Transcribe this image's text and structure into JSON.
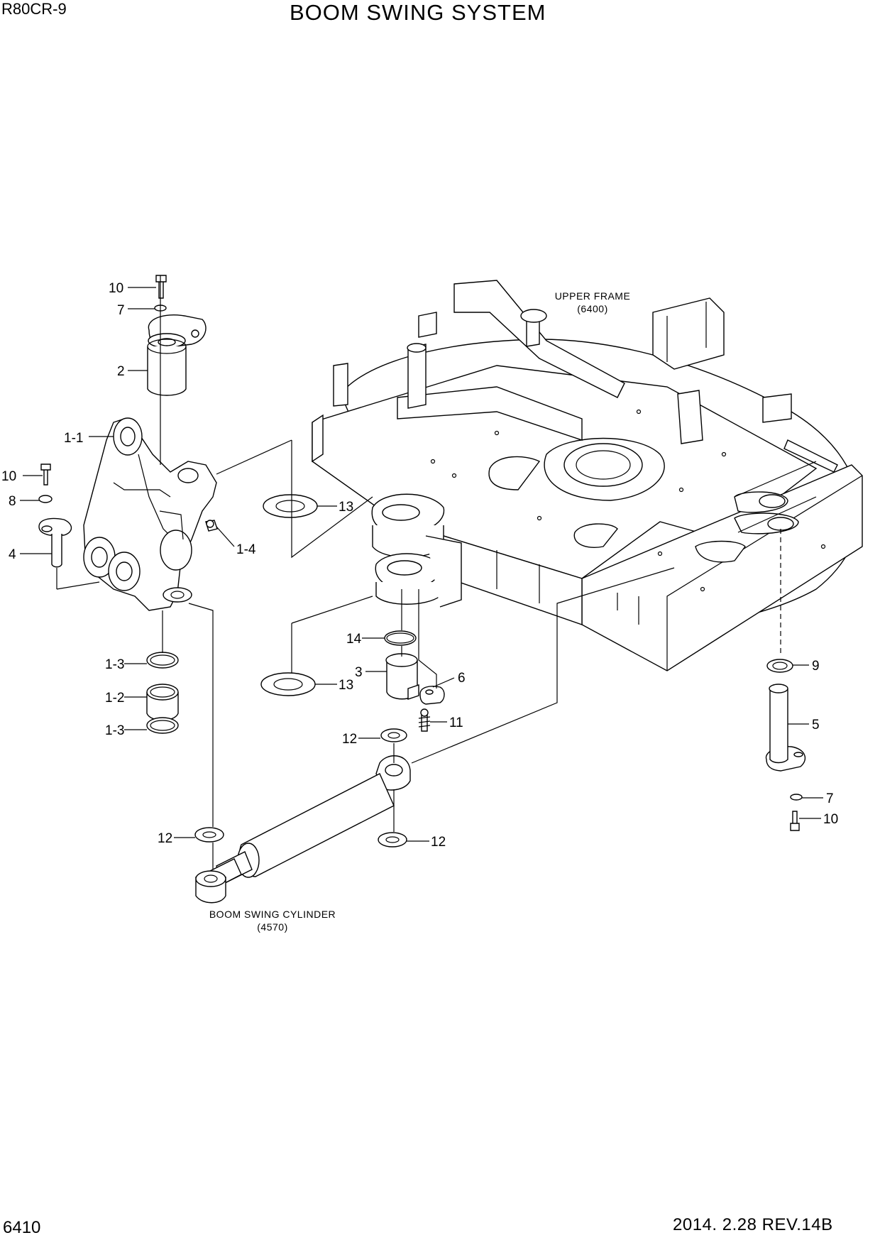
{
  "header": {
    "model": "R80CR-9",
    "title": "BOOM SWING SYSTEM"
  },
  "footer": {
    "page_number": "6410",
    "revision": "2014. 2.28  REV.14B"
  },
  "notes": {
    "upper_frame": {
      "line1": "UPPER FRAME",
      "line2": "(6400)"
    },
    "cylinder": {
      "line1": "BOOM SWING CYLINDER",
      "line2": "(4570)"
    }
  },
  "callouts": {
    "c10a": "10",
    "c7a": "7",
    "c2": "2",
    "c1_1": "1-1",
    "c10b": "10",
    "c8": "8",
    "c4": "4",
    "c1_4": "1-4",
    "c13a": "13",
    "c14": "14",
    "c3": "3",
    "c13b": "13",
    "c6": "6",
    "c11": "11",
    "c1_3a": "1-3",
    "c1_2": "1-2",
    "c1_3b": "1-3",
    "c12a": "12",
    "c12b": "12",
    "c12c": "12",
    "c9": "9",
    "c5": "5",
    "c7b": "7",
    "c10c": "10"
  }
}
